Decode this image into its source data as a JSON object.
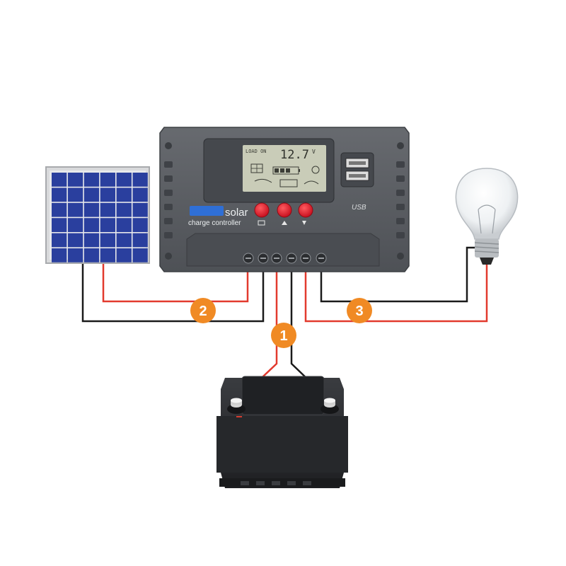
{
  "controller": {
    "brand_word": "solar",
    "subtitle": "charge controller",
    "usb_label": "USB",
    "lcd": {
      "status_text": "LOAD ON",
      "voltage_value": "12.7",
      "voltage_unit": "V"
    },
    "buttons": [
      {
        "name": "menu-button",
        "icon": "menu-icon"
      },
      {
        "name": "up-button",
        "icon": "up-arrow-icon"
      },
      {
        "name": "down-button",
        "icon": "down-arrow-icon"
      }
    ],
    "terminal_count": 6
  },
  "connections": [
    {
      "step": "1",
      "from": "controller",
      "to": "battery"
    },
    {
      "step": "2",
      "from": "controller",
      "to": "solar-panel"
    },
    {
      "step": "3",
      "from": "controller",
      "to": "light-bulb"
    }
  ],
  "colors": {
    "controller_body": "#5b5e63",
    "controller_panel": "#4a4d52",
    "lcd_screen": "#c9ccb8",
    "logo_blue": "#2f6fd6",
    "button_red": "#e11b2a",
    "wire_red": "#e23a2e",
    "wire_black": "#1a1a1a",
    "badge_orange": "#f08a24",
    "panel_cell": "#2a3f9e",
    "battery_body": "#2b2d30"
  }
}
